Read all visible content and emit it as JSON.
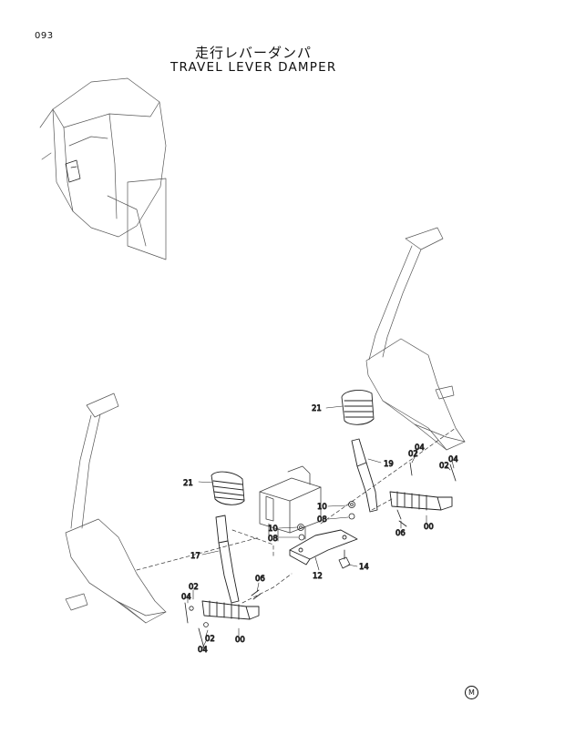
{
  "page_number": "093",
  "title_jp": "走行レバーダンパ",
  "title_en": "TRAVEL LEVER DAMPER",
  "callouts": {
    "c21a": "21",
    "c21b": "21",
    "c19": "19",
    "c17": "17",
    "c12": "12",
    "c14": "14",
    "c10a": "10",
    "c10b": "10",
    "c08a": "08",
    "c08b": "08",
    "c06a": "06",
    "c06b": "06",
    "c04a": "04",
    "c04b": "04",
    "c04c": "04",
    "c04d": "04",
    "c02a": "02",
    "c02b": "02",
    "c02c": "02",
    "c02d": "02",
    "c00a": "00",
    "c00b": "00"
  },
  "corner_mark": "M"
}
